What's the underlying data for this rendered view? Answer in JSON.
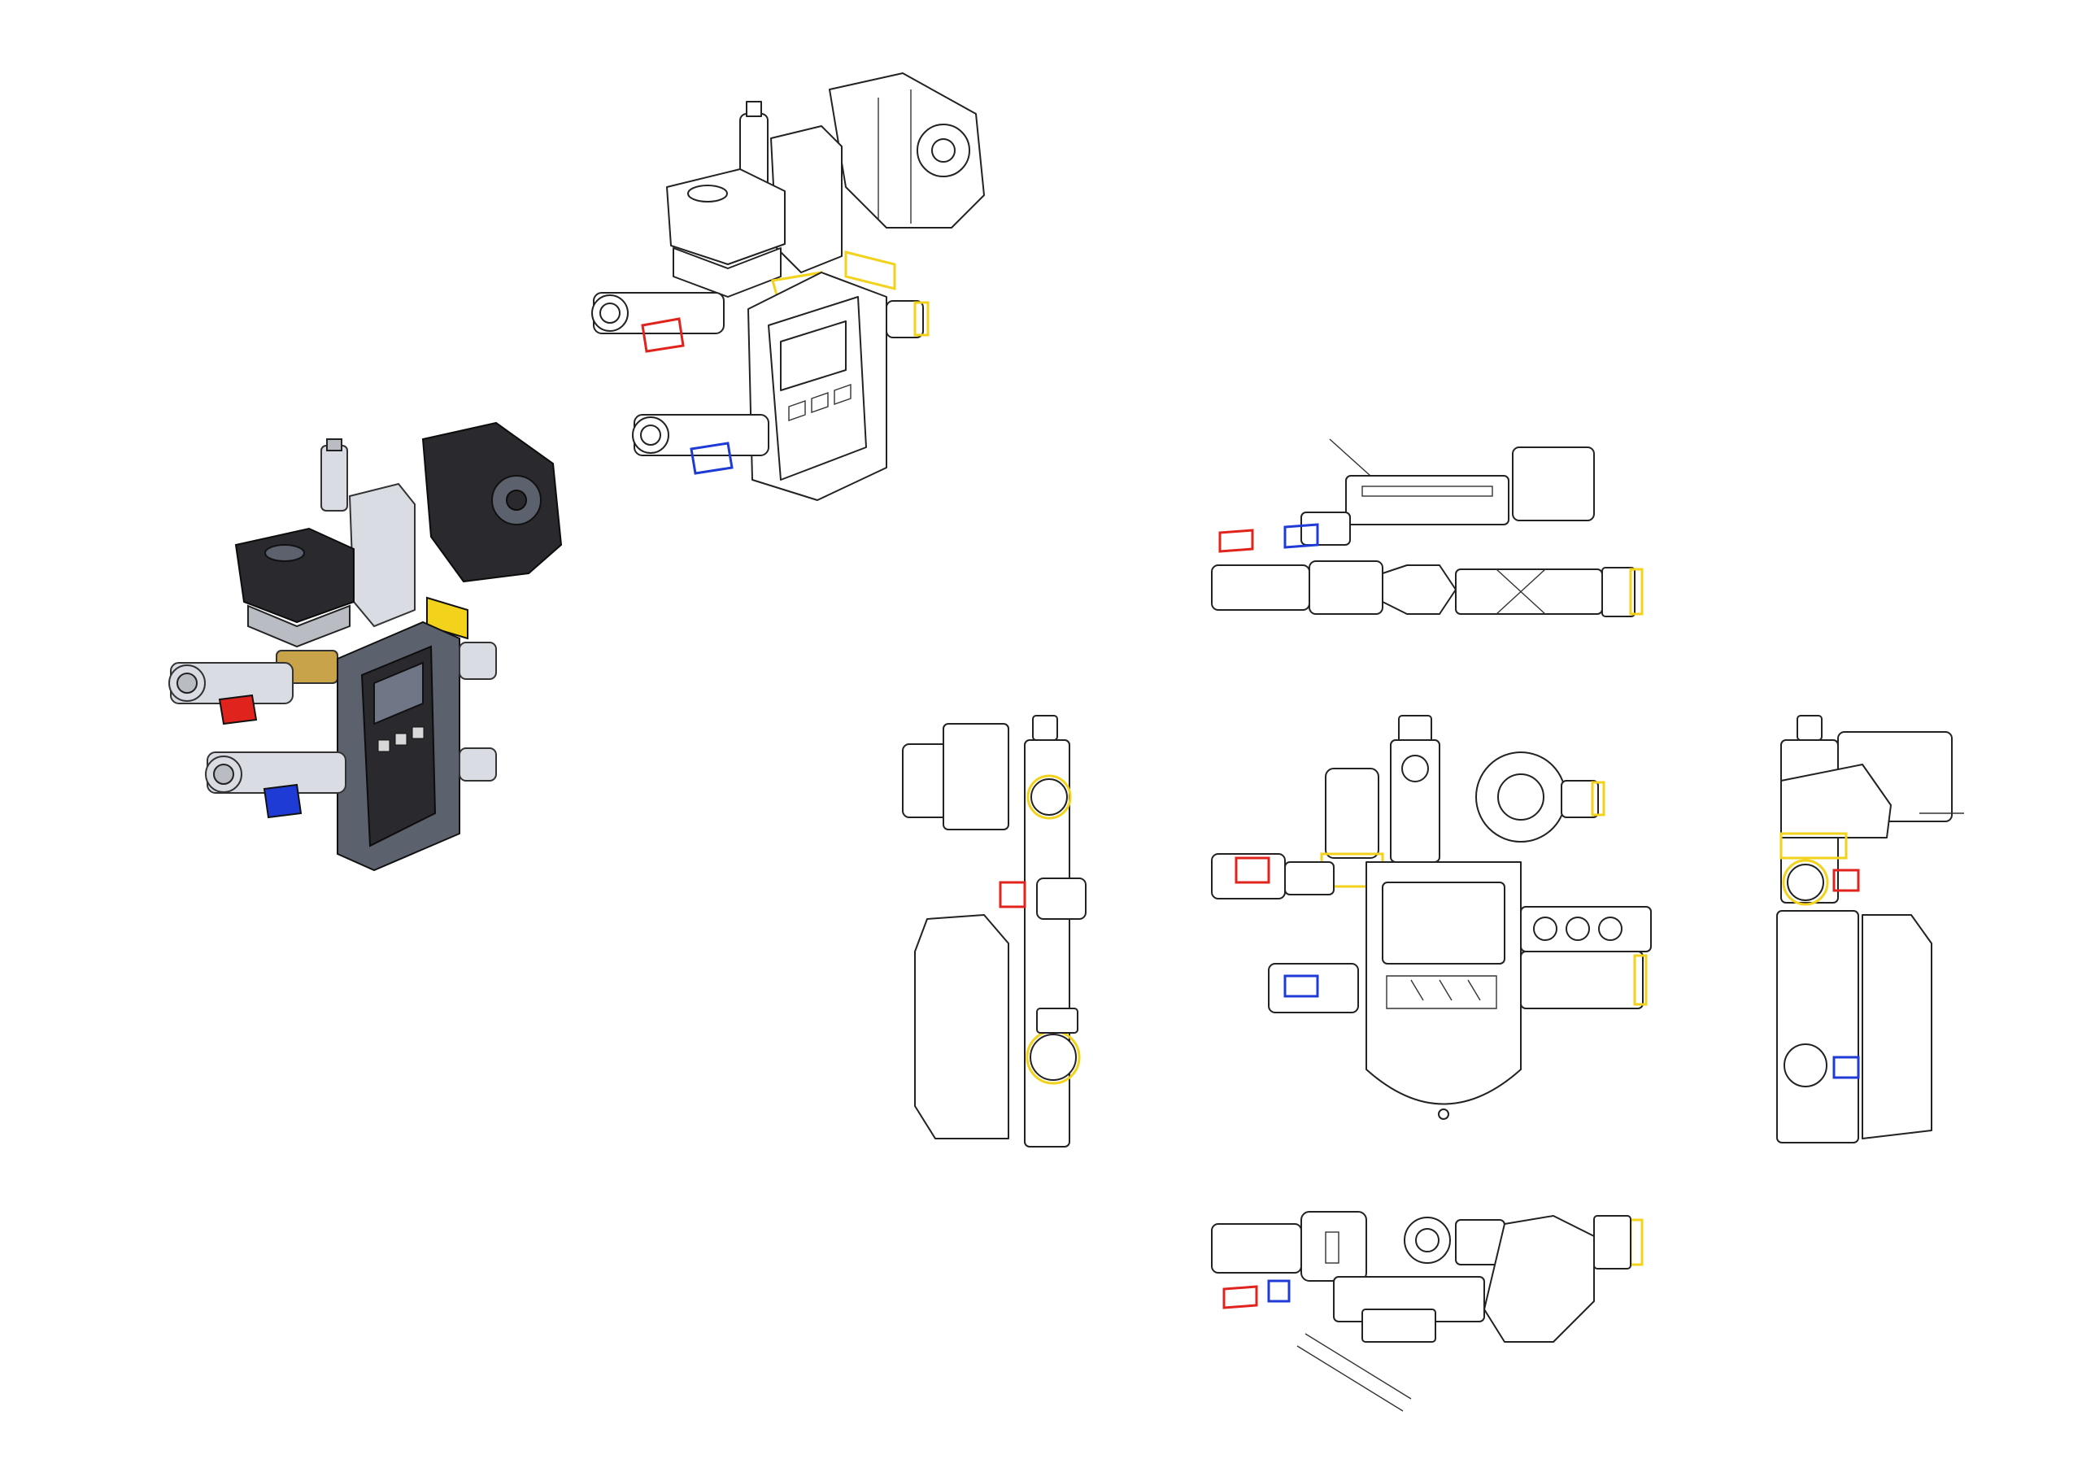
{
  "colors": {
    "hot_valve_red": "#e0231c",
    "cold_valve_blue": "#1f3bd6",
    "fitting_yellow": "#f2d21b",
    "brass": "#c9a34a",
    "housing_dark": "#2a2a2e",
    "controller_grey": "#5b616d",
    "line": "#222222"
  },
  "views": [
    {
      "id": "iso-rendered",
      "kind": "isometric-shaded"
    },
    {
      "id": "iso-line",
      "kind": "isometric-line"
    },
    {
      "id": "top-view",
      "kind": "orthographic-top"
    },
    {
      "id": "left-view",
      "kind": "orthographic-left"
    },
    {
      "id": "front-view",
      "kind": "orthographic-front"
    },
    {
      "id": "right-view",
      "kind": "orthographic-right"
    },
    {
      "id": "bottom-view",
      "kind": "orthographic-bottom"
    }
  ]
}
